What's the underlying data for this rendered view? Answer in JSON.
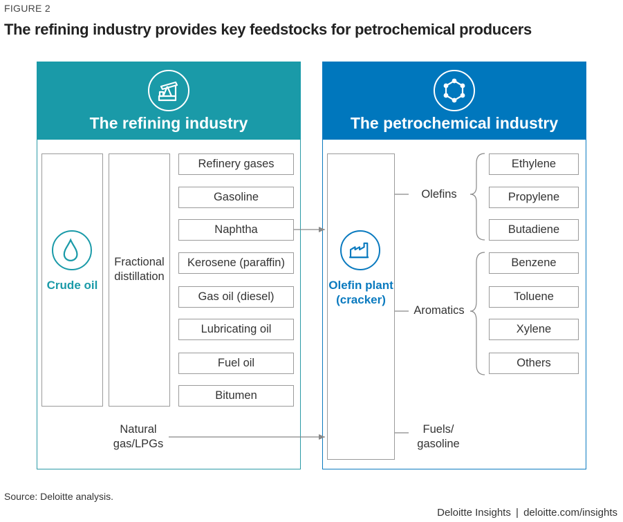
{
  "figure_label": "FIGURE 2",
  "title": "The refining industry provides key feedstocks for petrochemical producers",
  "refining": {
    "header": "The refining industry",
    "source_label": "Crude oil",
    "process_label_1": "Fractional",
    "process_label_2": "distillation",
    "products": [
      "Refinery gases",
      "Gasoline",
      "Naphtha",
      "Kerosene (paraffin)",
      "Gas oil (diesel)",
      "Lubricating oil",
      "Fuel oil",
      "Bitumen"
    ],
    "natgas_1": "Natural",
    "natgas_2": "gas/LPGs"
  },
  "petrochemical": {
    "header": "The petrochemical industry",
    "plant_1": "Olefin plant",
    "plant_2": "(cracker)",
    "group_olefins": "Olefins",
    "group_aromatics": "Aromatics",
    "group_fuels_1": "Fuels/",
    "group_fuels_2": "gasoline",
    "olefins": [
      "Ethylene",
      "Propylene",
      "Butadiene"
    ],
    "aromatics": [
      "Benzene",
      "Toluene",
      "Xylene",
      "Others"
    ]
  },
  "colors": {
    "refining": "#1a9aa8",
    "petrochemical": "#0077bd"
  },
  "icons": {
    "refining": "oil-pump-icon",
    "petrochemical": "molecule-icon",
    "crude": "oil-drop-icon",
    "plant": "factory-icon"
  },
  "footer": {
    "source": "Source: Deloitte analysis.",
    "brand": "Deloitte Insights",
    "separator": "|",
    "url": "deloitte.com/insights"
  }
}
